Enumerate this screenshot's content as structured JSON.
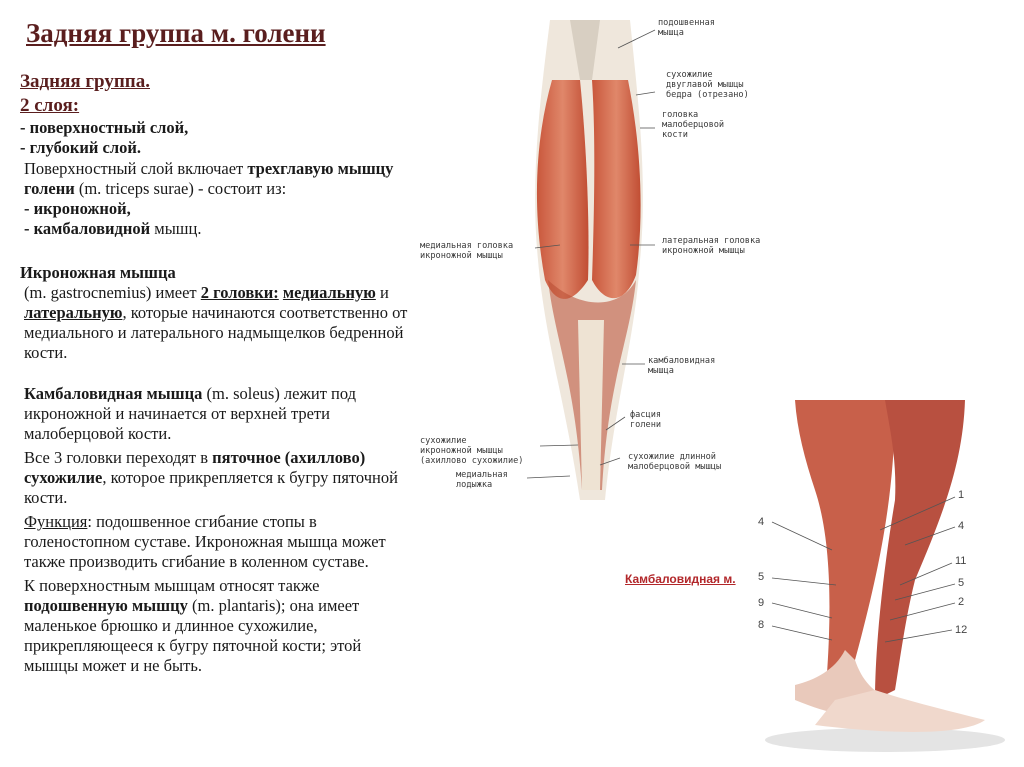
{
  "title": "Задняя группа м. голени",
  "text": {
    "group": "Задняя группа.",
    "layers": "2 слоя:",
    "l1": "- поверхностный слой,",
    "l2": "- глубокий слой.",
    "p1a": "Поверхностный слой включает ",
    "p1b": "трехглавую мышцу голени",
    "p1c": " (m. triceps surae) - состоит из:",
    "p1d": "- икроножной,",
    "p1e": "- камбаловидной",
    "p1f": " мышц.",
    "p2h": "Икроножная мышца",
    "p2a": "(m. gastrocnemius) имеет ",
    "p2b": "2 головки:",
    "p2c": "медиальную",
    "p2d": " и ",
    "p2e": "латеральную",
    "p2f": ", которые начинаются соответственно от медиального и латерального надмыщелков бедренной кости.",
    "p3a": "Камбаловидная мышца",
    "p3b": " (m. soleus) лежит под икроножной и начинается от верхней трети малоберцовой кости.",
    "p4a": "Все 3 головки переходят в ",
    "p4b": "пяточное (ахиллово) сухожилие",
    "p4c": ", которое прикрепляется к бугру пяточной кости.",
    "p5a": "Функция",
    "p5b": ": подошвенное сгибание стопы в голеностопном суставе. Икроножная мышца может также производить сгибание в коленном суставе.",
    "p6a": "К поверхностным мышцам относят также ",
    "p6b": "подошвенную мышцу",
    "p6c": " (m. plantaris); она имеет маленькое брюшко и длинное сухожилие, прикрепляющееся к бугру пяточной кости; этой мышцы может и не быть."
  },
  "labels": {
    "plantaris": "подошвенная\nмышца",
    "biceps": "сухожилие\nдвуглавой мышцы\nбедра (отрезано)",
    "fibula": "головка\nмалоберцовой\nкости",
    "medial_head": "медиальная головка\nикроножной мышцы",
    "lateral_head": "латеральная головка\nикроножной мышцы",
    "soleus": "камбаловидная\nмышца",
    "fascia": "фасция\nголени",
    "tendon": "сухожилие\nикроножной мышцы\n(ахиллово сухожилие)",
    "peroneus": "сухожилие длинной\nмалоберцовой мышцы",
    "malleolus": "медиальная\nлодыжка"
  },
  "leg_numbers": {
    "left": [
      "4",
      "5",
      "9",
      "8"
    ],
    "right": [
      "1",
      "4",
      "11",
      "5",
      "2",
      "12"
    ]
  },
  "soleus_label": "Камбаловидная м."
}
